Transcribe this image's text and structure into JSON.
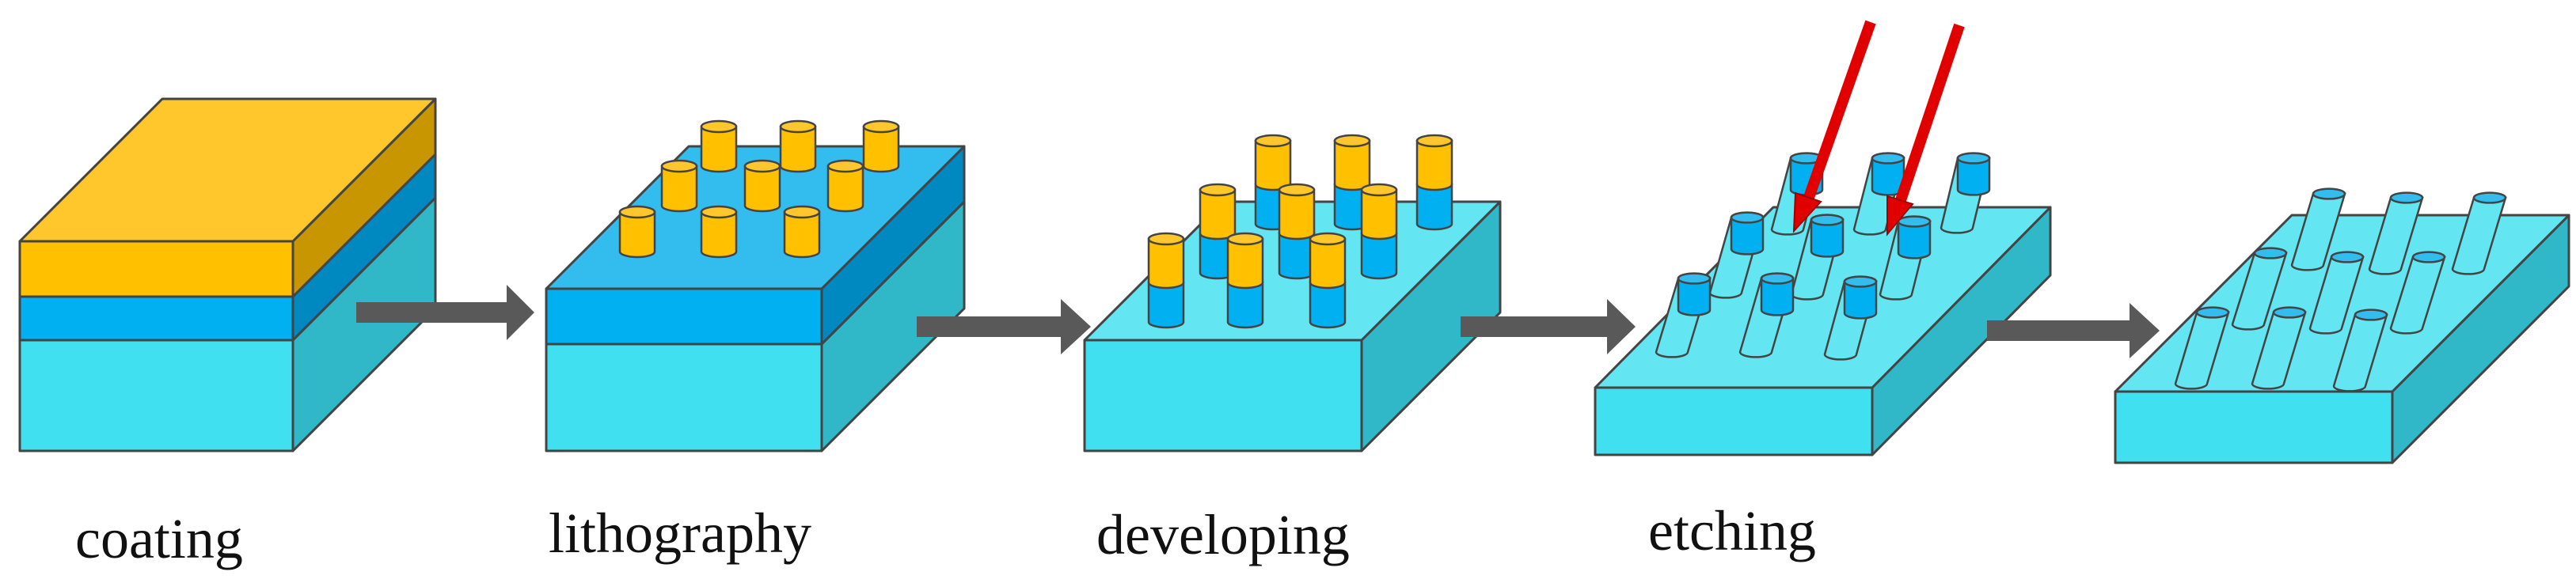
{
  "steps": [
    {
      "id": "coating",
      "label": "coating"
    },
    {
      "id": "lithography",
      "label": "lithography"
    },
    {
      "id": "developing",
      "label": "developing"
    },
    {
      "id": "etching",
      "label": "etching"
    },
    {
      "id": "final",
      "label": ""
    }
  ],
  "colors": {
    "resist_front": "#FFC000",
    "resist_top": "#FFC72C",
    "resist_side": "#C89600",
    "middle_front": "#00B0F0",
    "middle_top": "#33BCEE",
    "middle_side": "#0088C0",
    "substrate_front": "#40E0F0",
    "substrate_top": "#64E6F2",
    "substrate_side": "#30B8C8",
    "process_arrow": "#595959",
    "etch_beam": "#E00000",
    "outline": "#444444"
  }
}
